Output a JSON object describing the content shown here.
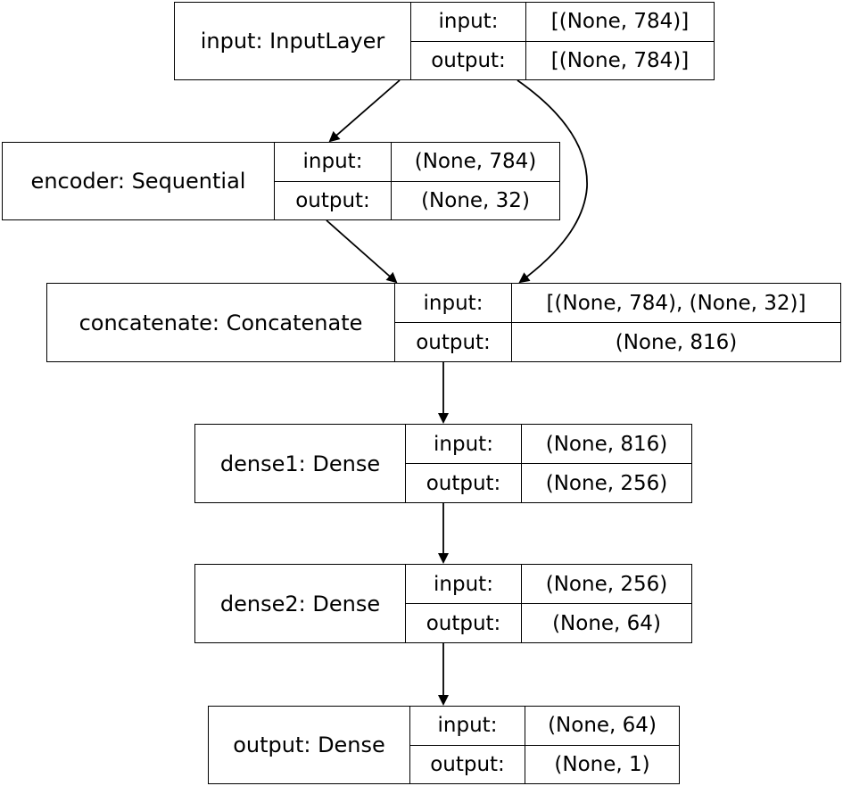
{
  "nodes": [
    {
      "id": "input",
      "name": "input: InputLayer",
      "input_label": "input:",
      "input": "[(None, 784)]",
      "output_label": "output:",
      "output": "[(None, 784)]"
    },
    {
      "id": "encoder",
      "name": "encoder: Sequential",
      "input_label": "input:",
      "input": "(None, 784)",
      "output_label": "output:",
      "output": "(None, 32)"
    },
    {
      "id": "concatenate",
      "name": "concatenate: Concatenate",
      "input_label": "input:",
      "input": "[(None, 784), (None, 32)]",
      "output_label": "output:",
      "output": "(None, 816)"
    },
    {
      "id": "dense1",
      "name": "dense1: Dense",
      "input_label": "input:",
      "input": "(None, 816)",
      "output_label": "output:",
      "output": "(None, 256)"
    },
    {
      "id": "dense2",
      "name": "dense2: Dense",
      "input_label": "input:",
      "input": "(None, 256)",
      "output_label": "output:",
      "output": "(None, 64)"
    },
    {
      "id": "output",
      "name": "output: Dense",
      "input_label": "input:",
      "input": "(None, 64)",
      "output_label": "output:",
      "output": "(None, 1)"
    }
  ],
  "edges": [
    {
      "from": "input",
      "to": "encoder"
    },
    {
      "from": "input",
      "to": "concatenate"
    },
    {
      "from": "encoder",
      "to": "concatenate"
    },
    {
      "from": "concatenate",
      "to": "dense1"
    },
    {
      "from": "dense1",
      "to": "dense2"
    },
    {
      "from": "dense2",
      "to": "output"
    }
  ]
}
